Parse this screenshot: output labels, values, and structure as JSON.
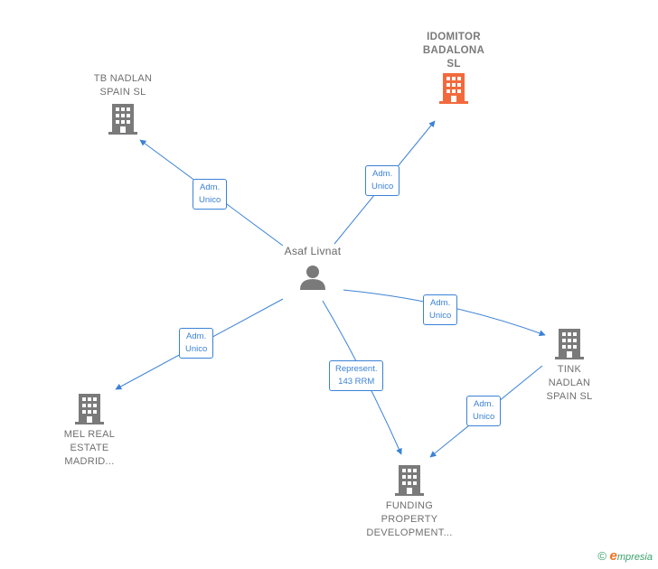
{
  "nodes": {
    "idomitor": {
      "label": "IDOMITOR\nBADALONA\nSL",
      "color": "#f26a3c"
    },
    "tb_nadlan": {
      "label": "TB NADLAN\nSPAIN  SL",
      "color": "#7a7a7a"
    },
    "asaf": {
      "label": "Asaf Livnat",
      "color": "#7a7a7a"
    },
    "tink": {
      "label": "TINK\nNADLAN\nSPAIN  SL",
      "color": "#7a7a7a"
    },
    "mel": {
      "label": "MEL REAL\nESTATE\nMADRID...",
      "color": "#7a7a7a"
    },
    "funding": {
      "label": "FUNDING\nPROPERTY\nDEVELOPMENT...",
      "color": "#7a7a7a"
    }
  },
  "edges": {
    "e1": {
      "label": "Adm.\nUnico"
    },
    "e2": {
      "label": "Adm.\nUnico"
    },
    "e3": {
      "label": "Adm.\nUnico"
    },
    "e4": {
      "label": "Adm.\nUnico"
    },
    "e5": {
      "label": "Represent.\n143 RRM"
    },
    "e6": {
      "label": "Adm.\nUnico"
    }
  },
  "edge_color": "#3b82d6",
  "footer": {
    "copyright": "©",
    "brand_e": "e",
    "brand_rest": "mpresia"
  }
}
